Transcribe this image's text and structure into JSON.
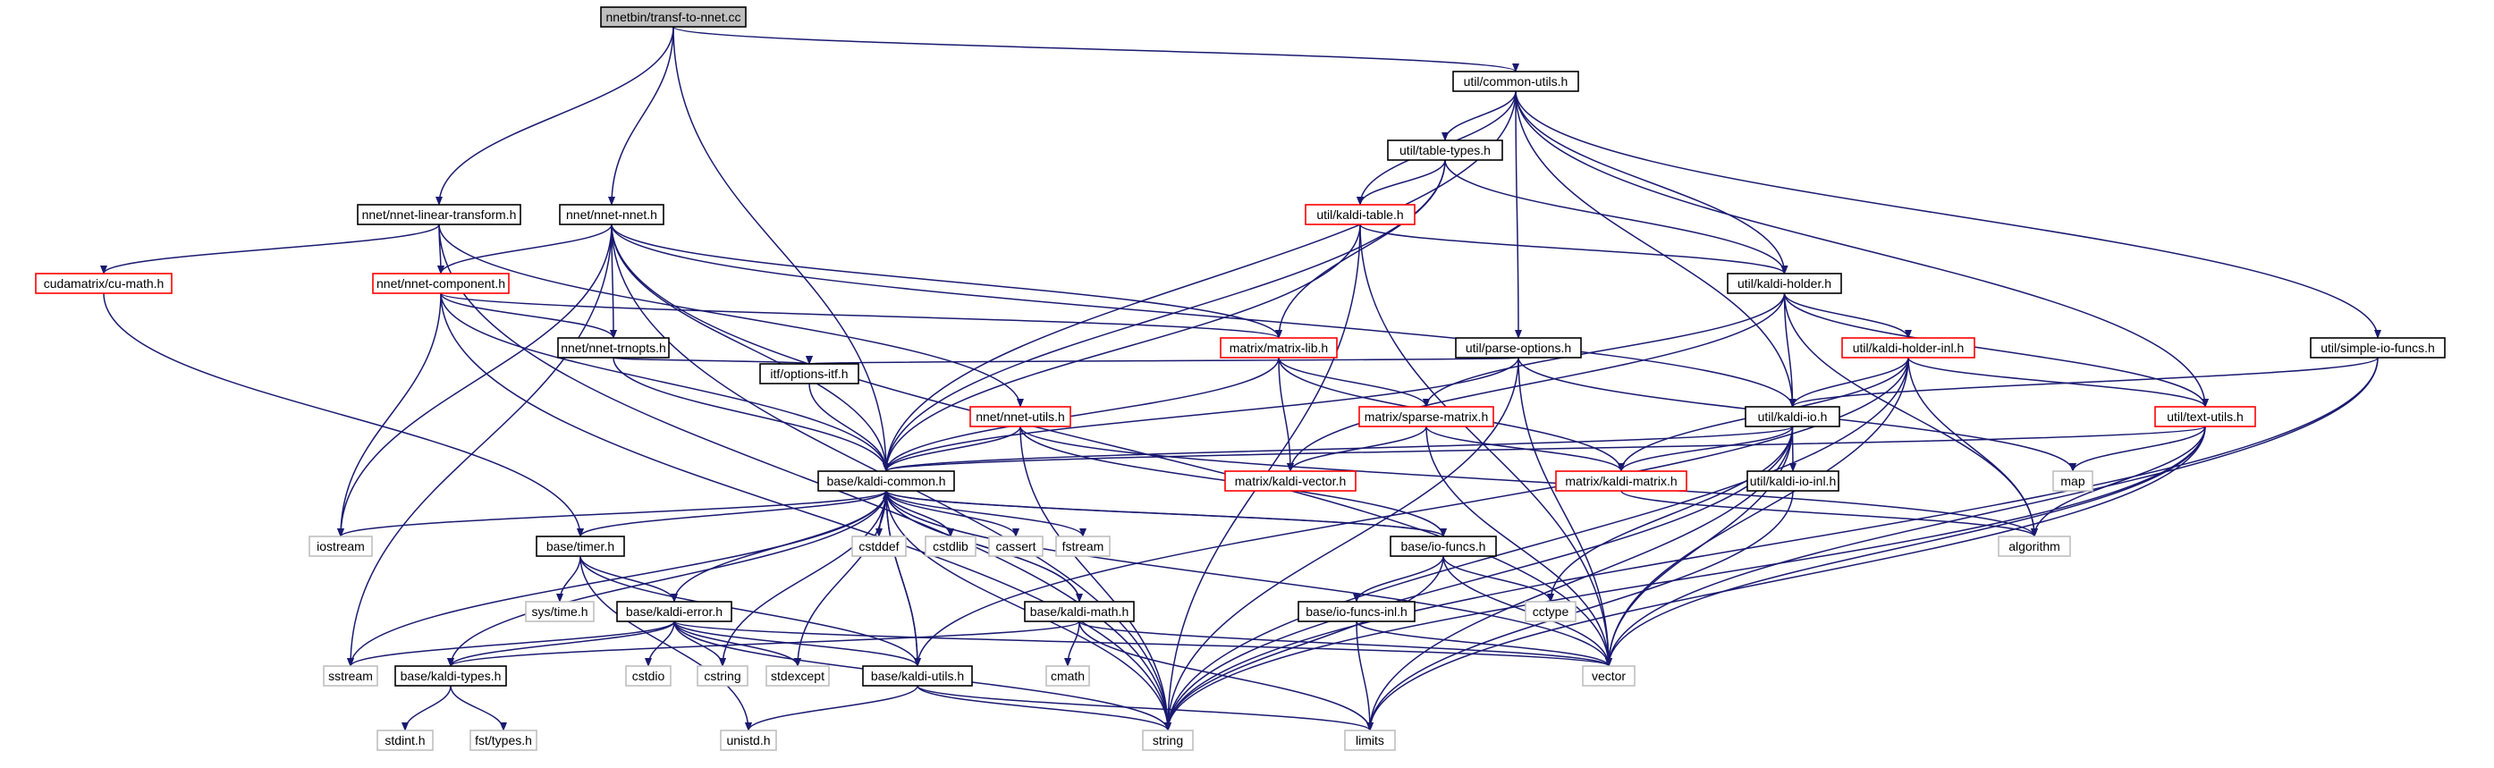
{
  "diagram": {
    "colors": {
      "edge": "#191970",
      "root_fill": "#bfbfbf",
      "normal_border": "#000000",
      "red_border": "#ff0000",
      "system_border": "#bfbfbf",
      "fill": "#ffffff"
    },
    "nodes": [
      {
        "id": "root",
        "label": "nnetbin/transf-to-nnet.cc",
        "style": "root"
      },
      {
        "id": "common-utils",
        "label": "util/common-utils.h",
        "style": "normal"
      },
      {
        "id": "table-types",
        "label": "util/table-types.h",
        "style": "normal"
      },
      {
        "id": "kaldi-table",
        "label": "util/kaldi-table.h",
        "style": "red"
      },
      {
        "id": "nnet-linear",
        "label": "nnet/nnet-linear-transform.h",
        "style": "normal"
      },
      {
        "id": "nnet-nnet",
        "label": "nnet/nnet-nnet.h",
        "style": "normal"
      },
      {
        "id": "cu-math",
        "label": "cudamatrix/cu-math.h",
        "style": "red"
      },
      {
        "id": "nnet-component",
        "label": "nnet/nnet-component.h",
        "style": "red"
      },
      {
        "id": "kaldi-holder",
        "label": "util/kaldi-holder.h",
        "style": "normal"
      },
      {
        "id": "matrix-lib",
        "label": "matrix/matrix-lib.h",
        "style": "red"
      },
      {
        "id": "parse-options",
        "label": "util/parse-options.h",
        "style": "normal"
      },
      {
        "id": "kaldi-holder-inl",
        "label": "util/kaldi-holder-inl.h",
        "style": "red"
      },
      {
        "id": "simple-io",
        "label": "util/simple-io-funcs.h",
        "style": "normal"
      },
      {
        "id": "nnet-trnopts",
        "label": "nnet/nnet-trnopts.h",
        "style": "normal"
      },
      {
        "id": "options-itf",
        "label": "itf/options-itf.h",
        "style": "normal"
      },
      {
        "id": "nnet-utils",
        "label": "nnet/nnet-utils.h",
        "style": "red"
      },
      {
        "id": "sparse-matrix",
        "label": "matrix/sparse-matrix.h",
        "style": "red"
      },
      {
        "id": "kaldi-io",
        "label": "util/kaldi-io.h",
        "style": "normal"
      },
      {
        "id": "text-utils",
        "label": "util/text-utils.h",
        "style": "red"
      },
      {
        "id": "kaldi-common",
        "label": "base/kaldi-common.h",
        "style": "normal"
      },
      {
        "id": "kaldi-vector",
        "label": "matrix/kaldi-vector.h",
        "style": "red"
      },
      {
        "id": "kaldi-matrix",
        "label": "matrix/kaldi-matrix.h",
        "style": "red"
      },
      {
        "id": "kaldi-io-inl",
        "label": "util/kaldi-io-inl.h",
        "style": "normal"
      },
      {
        "id": "map",
        "label": "map",
        "style": "system"
      },
      {
        "id": "iostream",
        "label": "iostream",
        "style": "system"
      },
      {
        "id": "cstddef",
        "label": "cstddef",
        "style": "system"
      },
      {
        "id": "cstdlib",
        "label": "cstdlib",
        "style": "system"
      },
      {
        "id": "cassert",
        "label": "cassert",
        "style": "system"
      },
      {
        "id": "fstream",
        "label": "fstream",
        "style": "system"
      },
      {
        "id": "io-funcs",
        "label": "base/io-funcs.h",
        "style": "normal"
      },
      {
        "id": "algorithm",
        "label": "algorithm",
        "style": "system"
      },
      {
        "id": "timer",
        "label": "base/timer.h",
        "style": "normal"
      },
      {
        "id": "sys-time",
        "label": "sys/time.h",
        "style": "system"
      },
      {
        "id": "cctype",
        "label": "cctype",
        "style": "system"
      },
      {
        "id": "kaldi-error",
        "label": "base/kaldi-error.h",
        "style": "normal"
      },
      {
        "id": "kaldi-math",
        "label": "base/kaldi-math.h",
        "style": "normal"
      },
      {
        "id": "io-funcs-inl",
        "label": "base/io-funcs-inl.h",
        "style": "normal"
      },
      {
        "id": "sstream",
        "label": "sstream",
        "style": "system"
      },
      {
        "id": "kaldi-types",
        "label": "base/kaldi-types.h",
        "style": "normal"
      },
      {
        "id": "cstdio",
        "label": "cstdio",
        "style": "system"
      },
      {
        "id": "cstring",
        "label": "cstring",
        "style": "system"
      },
      {
        "id": "stdexcept",
        "label": "stdexcept",
        "style": "system"
      },
      {
        "id": "kaldi-utils",
        "label": "base/kaldi-utils.h",
        "style": "normal"
      },
      {
        "id": "cmath",
        "label": "cmath",
        "style": "system"
      },
      {
        "id": "vector",
        "label": "vector",
        "style": "system"
      },
      {
        "id": "stdint",
        "label": "stdint.h",
        "style": "system"
      },
      {
        "id": "fst-types",
        "label": "fst/types.h",
        "style": "system"
      },
      {
        "id": "unistd",
        "label": "unistd.h",
        "style": "system"
      },
      {
        "id": "string",
        "label": "string",
        "style": "system"
      },
      {
        "id": "limits",
        "label": "limits",
        "style": "system"
      }
    ],
    "edges": [
      [
        "root",
        "common-utils"
      ],
      [
        "root",
        "nnet-linear"
      ],
      [
        "root",
        "nnet-nnet"
      ],
      [
        "root",
        "kaldi-common"
      ],
      [
        "common-utils",
        "table-types"
      ],
      [
        "common-utils",
        "kaldi-table"
      ],
      [
        "common-utils",
        "kaldi-holder"
      ],
      [
        "common-utils",
        "parse-options"
      ],
      [
        "common-utils",
        "kaldi-io"
      ],
      [
        "common-utils",
        "text-utils"
      ],
      [
        "common-utils",
        "simple-io"
      ],
      [
        "common-utils",
        "kaldi-common"
      ],
      [
        "table-types",
        "kaldi-table"
      ],
      [
        "table-types",
        "kaldi-holder"
      ],
      [
        "table-types",
        "matrix-lib"
      ],
      [
        "table-types",
        "kaldi-common"
      ],
      [
        "kaldi-table",
        "kaldi-holder"
      ],
      [
        "kaldi-table",
        "kaldi-common"
      ],
      [
        "kaldi-table",
        "string"
      ],
      [
        "kaldi-table",
        "vector"
      ],
      [
        "nnet-linear",
        "cu-math"
      ],
      [
        "nnet-linear",
        "nnet-component"
      ],
      [
        "nnet-linear",
        "nnet-utils"
      ],
      [
        "nnet-linear",
        "string"
      ],
      [
        "nnet-nnet",
        "nnet-component"
      ],
      [
        "nnet-nnet",
        "nnet-trnopts"
      ],
      [
        "nnet-nnet",
        "matrix-lib"
      ],
      [
        "nnet-nnet",
        "kaldi-common"
      ],
      [
        "nnet-nnet",
        "kaldi-io"
      ],
      [
        "nnet-nnet",
        "iostream"
      ],
      [
        "nnet-nnet",
        "sstream"
      ],
      [
        "nnet-nnet",
        "vector"
      ],
      [
        "nnet-nnet",
        "string"
      ],
      [
        "cu-math",
        "timer"
      ],
      [
        "nnet-component",
        "matrix-lib"
      ],
      [
        "nnet-component",
        "nnet-trnopts"
      ],
      [
        "nnet-component",
        "kaldi-common"
      ],
      [
        "nnet-component",
        "iostream"
      ],
      [
        "nnet-component",
        "string"
      ],
      [
        "nnet-trnopts",
        "options-itf"
      ],
      [
        "nnet-trnopts",
        "kaldi-common"
      ],
      [
        "kaldi-holder",
        "kaldi-holder-inl"
      ],
      [
        "kaldi-holder",
        "kaldi-io"
      ],
      [
        "kaldi-holder",
        "text-utils"
      ],
      [
        "kaldi-holder",
        "sparse-matrix"
      ],
      [
        "kaldi-holder",
        "kaldi-vector"
      ],
      [
        "kaldi-holder",
        "algorithm"
      ],
      [
        "matrix-lib",
        "sparse-matrix"
      ],
      [
        "matrix-lib",
        "kaldi-vector"
      ],
      [
        "matrix-lib",
        "kaldi-matrix"
      ],
      [
        "matrix-lib",
        "kaldi-common"
      ],
      [
        "parse-options",
        "options-itf"
      ],
      [
        "parse-options",
        "kaldi-common"
      ],
      [
        "parse-options",
        "map"
      ],
      [
        "parse-options",
        "vector"
      ],
      [
        "parse-options",
        "string"
      ],
      [
        "kaldi-holder-inl",
        "kaldi-io"
      ],
      [
        "kaldi-holder-inl",
        "text-utils"
      ],
      [
        "kaldi-holder-inl",
        "kaldi-matrix"
      ],
      [
        "kaldi-holder-inl",
        "kaldi-utils"
      ],
      [
        "kaldi-holder-inl",
        "algorithm"
      ],
      [
        "kaldi-holder-inl",
        "vector"
      ],
      [
        "kaldi-holder-inl",
        "string"
      ],
      [
        "simple-io",
        "kaldi-io"
      ],
      [
        "simple-io",
        "vector"
      ],
      [
        "simple-io",
        "string"
      ],
      [
        "options-itf",
        "kaldi-common"
      ],
      [
        "nnet-utils",
        "kaldi-common"
      ],
      [
        "nnet-utils",
        "io-funcs"
      ],
      [
        "nnet-utils",
        "algorithm"
      ],
      [
        "nnet-utils",
        "string"
      ],
      [
        "sparse-matrix",
        "kaldi-vector"
      ],
      [
        "sparse-matrix",
        "kaldi-matrix"
      ],
      [
        "sparse-matrix",
        "vector"
      ],
      [
        "kaldi-io",
        "kaldi-common"
      ],
      [
        "kaldi-io",
        "kaldi-matrix"
      ],
      [
        "kaldi-io",
        "kaldi-io-inl"
      ],
      [
        "kaldi-io",
        "cctype"
      ],
      [
        "kaldi-io",
        "vector"
      ],
      [
        "kaldi-io",
        "string"
      ],
      [
        "kaldi-io",
        "limits"
      ],
      [
        "text-utils",
        "kaldi-common"
      ],
      [
        "text-utils",
        "map"
      ],
      [
        "text-utils",
        "algorithm"
      ],
      [
        "text-utils",
        "vector"
      ],
      [
        "text-utils",
        "string"
      ],
      [
        "text-utils",
        "limits"
      ],
      [
        "kaldi-matrix",
        "algorithm"
      ],
      [
        "kaldi-io-inl",
        "limits"
      ],
      [
        "kaldi-common",
        "iostream"
      ],
      [
        "kaldi-common",
        "cstddef"
      ],
      [
        "kaldi-common",
        "cstdlib"
      ],
      [
        "kaldi-common",
        "cassert"
      ],
      [
        "kaldi-common",
        "fstream"
      ],
      [
        "kaldi-common",
        "sstream"
      ],
      [
        "kaldi-common",
        "io-funcs"
      ],
      [
        "kaldi-common",
        "timer"
      ],
      [
        "kaldi-common",
        "kaldi-error"
      ],
      [
        "kaldi-common",
        "kaldi-math"
      ],
      [
        "kaldi-common",
        "kaldi-types"
      ],
      [
        "kaldi-common",
        "kaldi-utils"
      ],
      [
        "kaldi-common",
        "cstring"
      ],
      [
        "kaldi-common",
        "stdexcept"
      ],
      [
        "kaldi-common",
        "vector"
      ],
      [
        "kaldi-common",
        "string"
      ],
      [
        "io-funcs",
        "io-funcs-inl"
      ],
      [
        "io-funcs",
        "kaldi-common"
      ],
      [
        "io-funcs",
        "cctype"
      ],
      [
        "io-funcs",
        "vector"
      ],
      [
        "io-funcs",
        "string"
      ],
      [
        "timer",
        "sys-time"
      ],
      [
        "timer",
        "kaldi-error"
      ],
      [
        "timer",
        "kaldi-utils"
      ],
      [
        "timer",
        "unistd"
      ],
      [
        "kaldi-error",
        "kaldi-types"
      ],
      [
        "kaldi-error",
        "kaldi-utils"
      ],
      [
        "kaldi-error",
        "sstream"
      ],
      [
        "kaldi-error",
        "cstdio"
      ],
      [
        "kaldi-error",
        "cstring"
      ],
      [
        "kaldi-error",
        "stdexcept"
      ],
      [
        "kaldi-error",
        "vector"
      ],
      [
        "kaldi-error",
        "string"
      ],
      [
        "kaldi-math",
        "kaldi-common"
      ],
      [
        "kaldi-math",
        "kaldi-types"
      ],
      [
        "kaldi-math",
        "cmath"
      ],
      [
        "kaldi-math",
        "limits"
      ],
      [
        "kaldi-math",
        "vector"
      ],
      [
        "io-funcs-inl",
        "vector"
      ],
      [
        "io-funcs-inl",
        "limits"
      ],
      [
        "kaldi-types",
        "stdint"
      ],
      [
        "kaldi-types",
        "fst-types"
      ],
      [
        "kaldi-utils",
        "kaldi-common"
      ],
      [
        "kaldi-utils",
        "unistd"
      ],
      [
        "kaldi-utils",
        "string"
      ],
      [
        "kaldi-utils",
        "limits"
      ]
    ]
  }
}
